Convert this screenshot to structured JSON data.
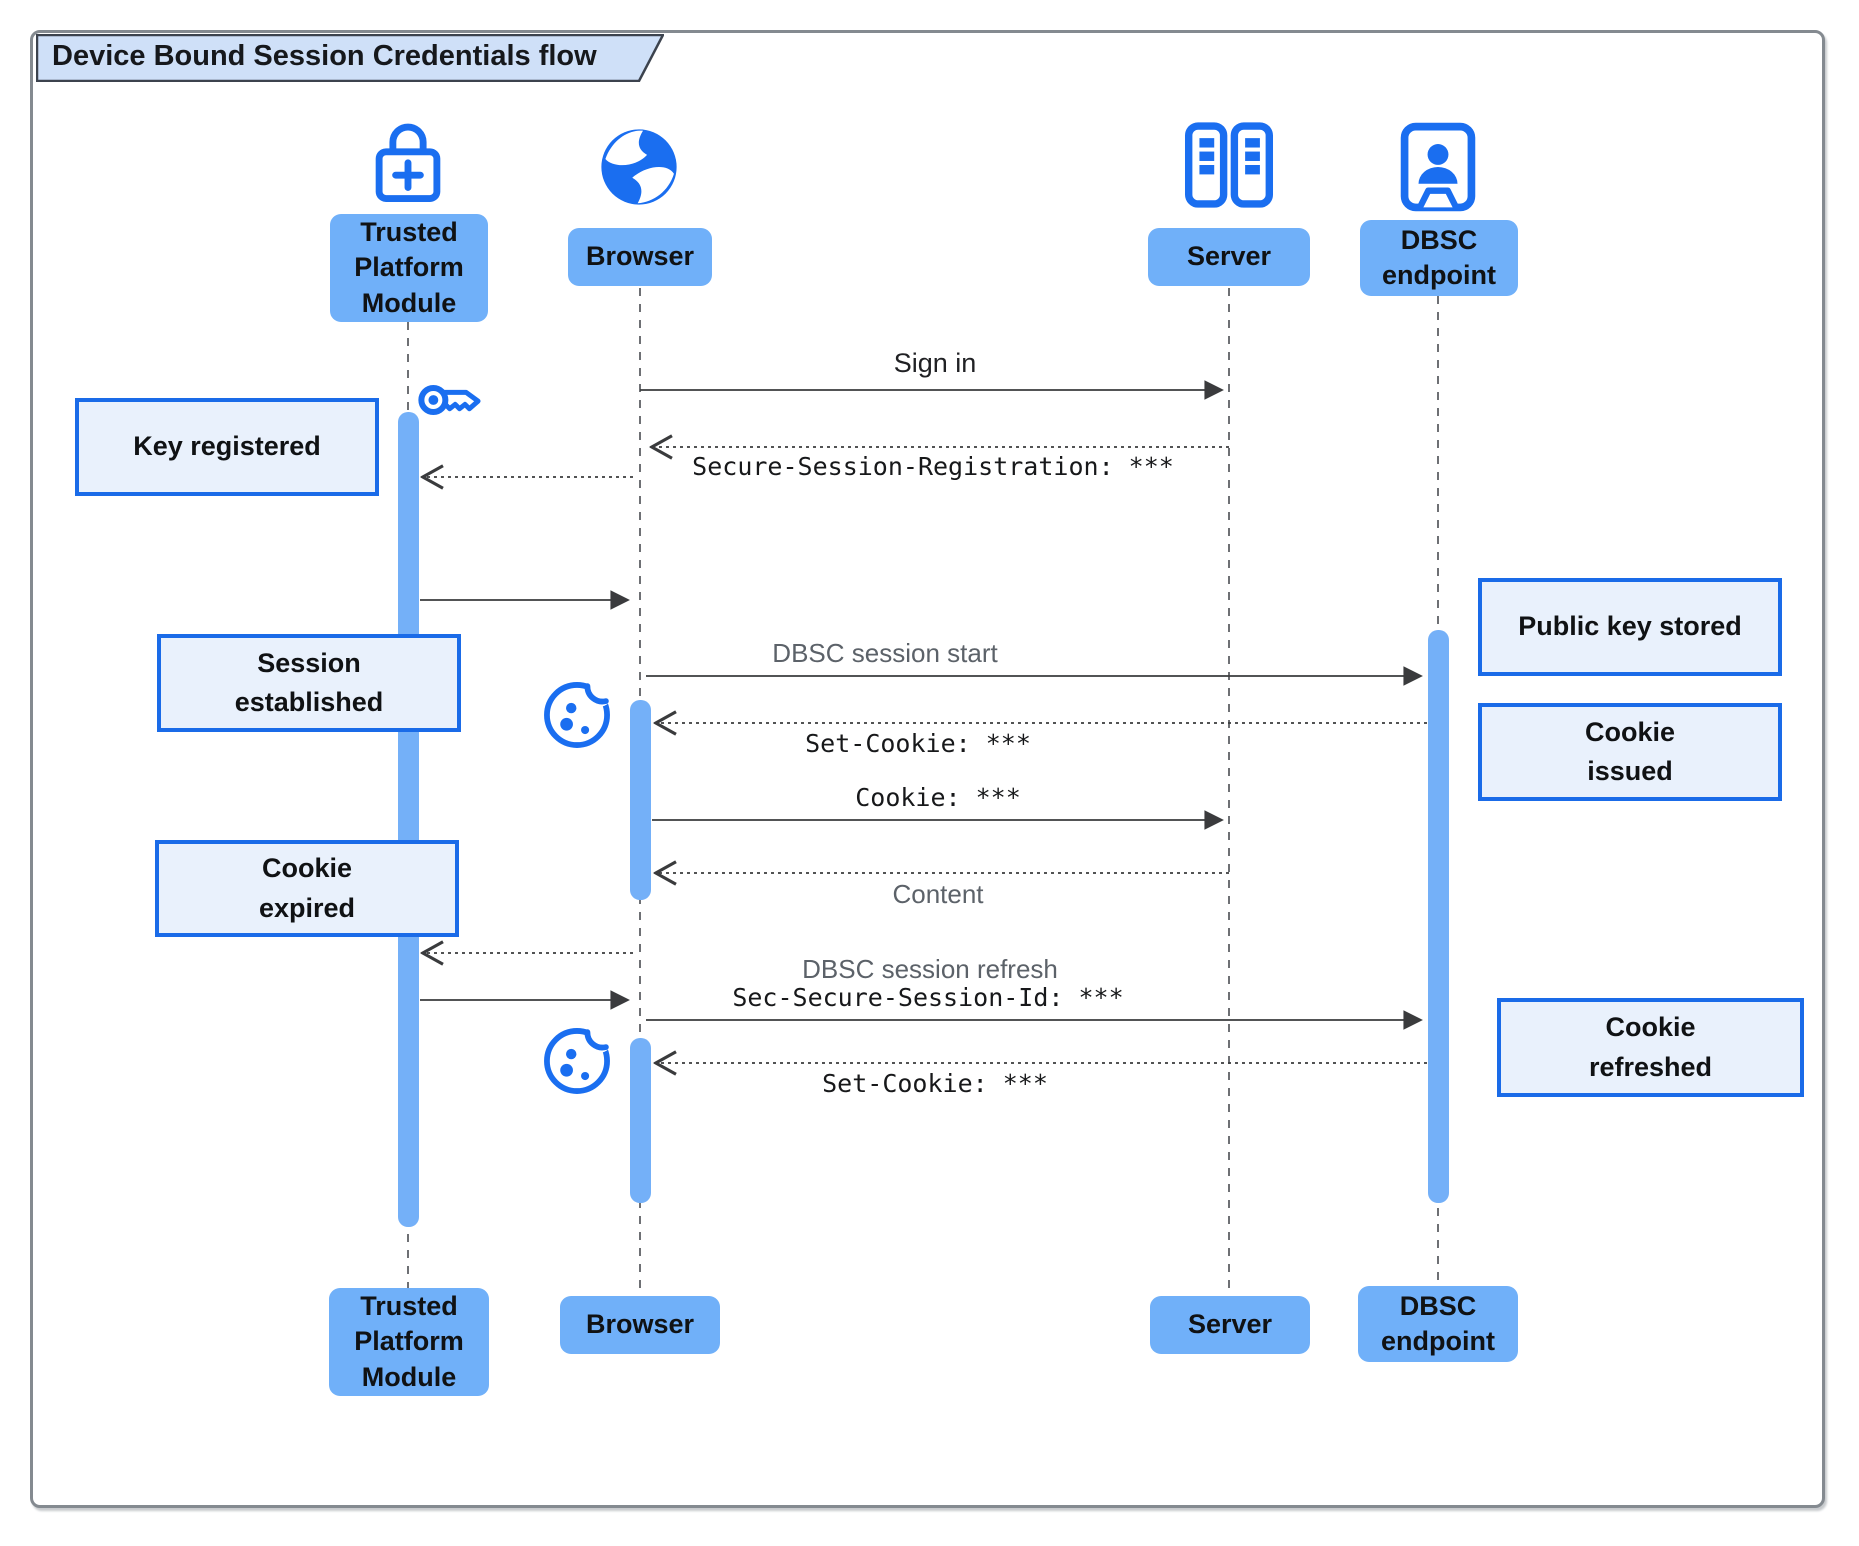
{
  "title": "Device Bound Session Credentials flow",
  "colors": {
    "accent_blue": "#1a6ef0",
    "participant_fill": "#70b0f9",
    "activation_bar": "#74b0f8",
    "note_fill": "#e9f1fc",
    "note_border": "#1a6be8",
    "title_fill": "#cfe0f8",
    "title_border": "#3c434e",
    "gray_label": "#5c6269",
    "arrow": "#3a3b3d"
  },
  "participants": [
    {
      "id": "tpm",
      "label": "Trusted\nPlatform\nModule",
      "icon": "lock-plus-icon"
    },
    {
      "id": "browser",
      "label": "Browser",
      "icon": "globe-icon"
    },
    {
      "id": "server",
      "label": "Server",
      "icon": "server-racks-icon"
    },
    {
      "id": "dbsc",
      "label": "DBSC\nendpoint",
      "icon": "person-badge-icon"
    }
  ],
  "messages": [
    {
      "label": "Sign in",
      "from": "Browser",
      "to": "Server",
      "style": "solid"
    },
    {
      "label": "Secure-Session-Registration: ***",
      "from": "Server",
      "to": "Browser",
      "style": "dotted",
      "font": "mono"
    },
    {
      "label": "",
      "from": "Browser",
      "to": "Trusted Platform Module",
      "style": "dotted"
    },
    {
      "label": "",
      "from": "Trusted Platform Module",
      "to": "Browser",
      "style": "solid"
    },
    {
      "label": "DBSC session start",
      "from": "Browser",
      "to": "DBSC endpoint",
      "style": "solid",
      "font": "gray"
    },
    {
      "label": "Set-Cookie: ***",
      "from": "DBSC endpoint",
      "to": "Browser",
      "style": "dotted",
      "font": "mono"
    },
    {
      "label": "Cookie: ***",
      "from": "Browser",
      "to": "Server",
      "style": "solid",
      "font": "mono"
    },
    {
      "label": "Content",
      "from": "Server",
      "to": "Browser",
      "style": "dotted",
      "font": "gray"
    },
    {
      "label": "",
      "from": "Browser",
      "to": "Trusted Platform Module",
      "style": "dotted"
    },
    {
      "label": "",
      "from": "Trusted Platform Module",
      "to": "Browser",
      "style": "solid"
    },
    {
      "label": "DBSC session refresh",
      "label2": "Sec-Secure-Session-Id: ***",
      "from": "Browser",
      "to": "DBSC endpoint",
      "style": "solid",
      "font": "gray+mono"
    },
    {
      "label": "Set-Cookie: ***",
      "from": "DBSC endpoint",
      "to": "Browser",
      "style": "dotted",
      "font": "mono"
    }
  ],
  "notes": [
    {
      "text": "Key registered"
    },
    {
      "text": "Session\nestablished"
    },
    {
      "text": "Cookie\nexpired"
    },
    {
      "text": "Public key stored"
    },
    {
      "text": "Cookie\nissued"
    },
    {
      "text": "Cookie\nrefreshed"
    }
  ],
  "decorations": [
    {
      "icon": "key-icon"
    },
    {
      "icon": "cookie-icon"
    },
    {
      "icon": "cookie-icon"
    }
  ]
}
